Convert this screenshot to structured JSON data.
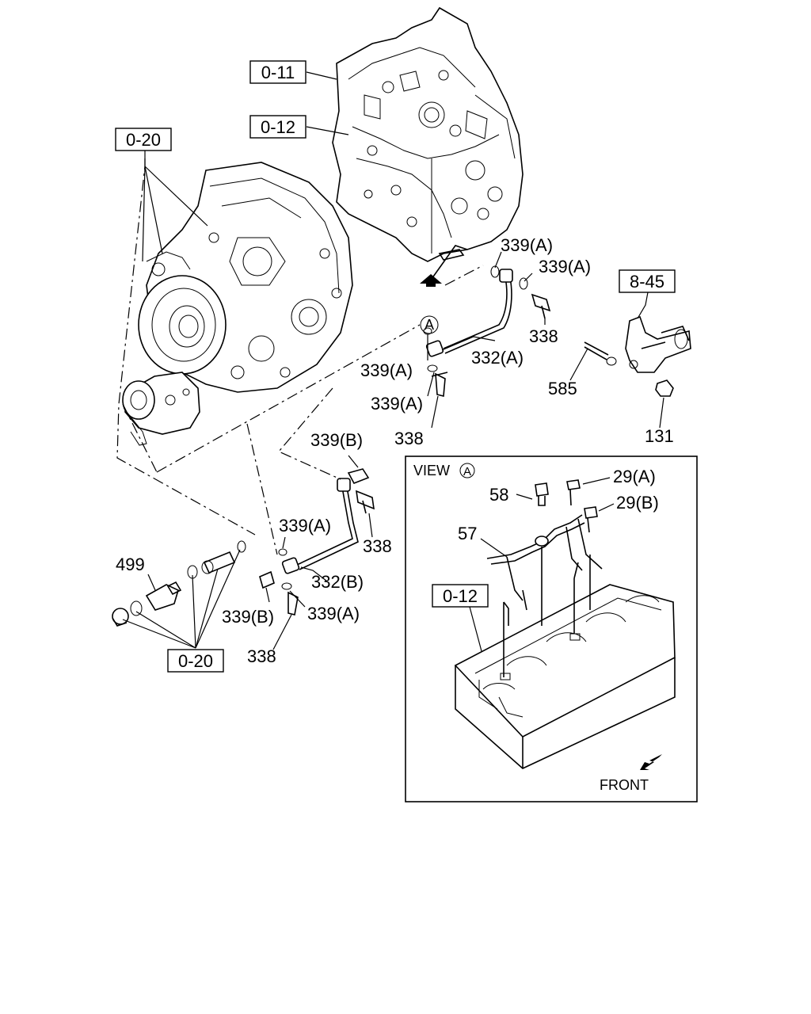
{
  "refs": {
    "r0_11": "0-11",
    "r0_12_top": "0-12",
    "r0_20_top": "0-20",
    "r8_45": "8-45",
    "r0_20_bottom": "0-20",
    "r0_12_view": "0-12"
  },
  "labels": {
    "p339A_1": "339(A)",
    "p339A_2": "339(A)",
    "p338_1": "338",
    "p332A": "332(A)",
    "p339A_3": "339(A)",
    "p339A_4": "339(A)",
    "p338_2": "338",
    "p585": "585",
    "p131": "131",
    "p339B_1": "339(B)",
    "p338_3": "338",
    "p339A_5": "339(A)",
    "p332B": "332(B)",
    "p339B_2": "339(B)",
    "p339A_6": "339(A)",
    "p338_4": "338",
    "p499": "499",
    "p58": "58",
    "p29A": "29(A)",
    "p29B": "29(B)",
    "p57": "57"
  },
  "view": {
    "title": "VIEW",
    "marker": "A",
    "front": "FRONT"
  },
  "arrow_marker": "A"
}
